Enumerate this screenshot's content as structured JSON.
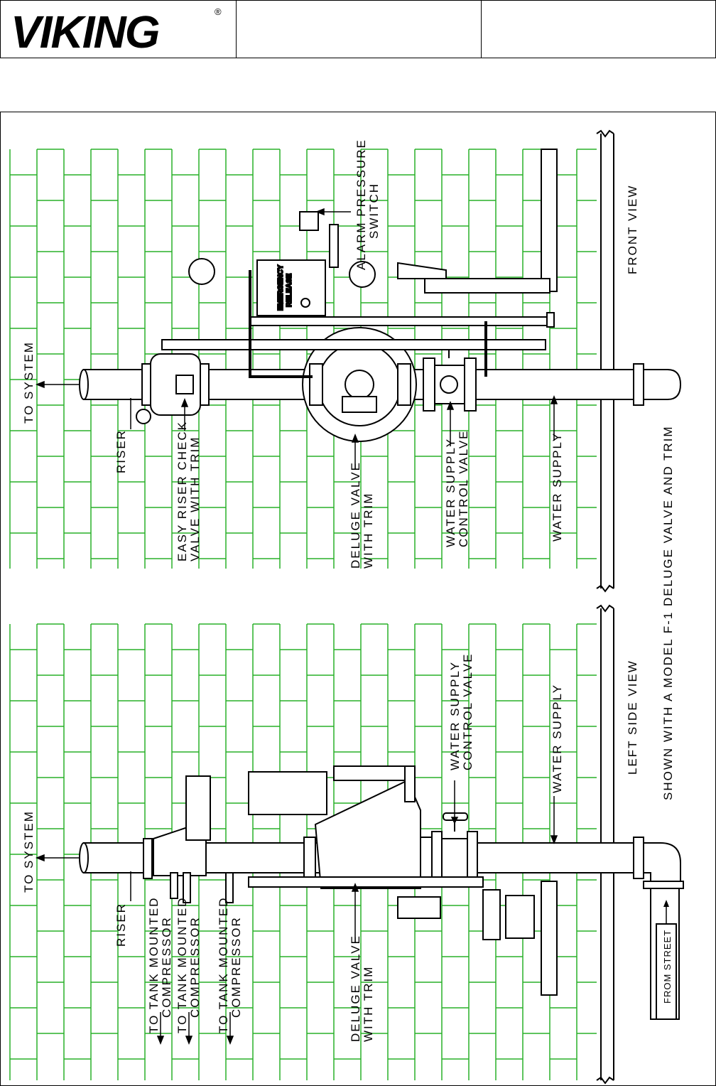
{
  "header": {
    "logo_text": "VIKING",
    "registered_mark": "®"
  },
  "colors": {
    "grid": "#28b028",
    "ink": "#000000",
    "background": "#ffffff"
  },
  "front_view": {
    "title": "FRONT VIEW",
    "labels": {
      "to_system": "TO SYSTEM",
      "riser": "RISER",
      "easy_riser_line1": "EASY RISER CHECK",
      "easy_riser_line2": "VALVE WITH TRIM",
      "deluge_line1": "DELUGE VALVE",
      "deluge_line2": "WITH TRIM",
      "wscv_line1": "WATER SUPPLY",
      "wscv_line2": "CONTROL VALVE",
      "water_supply": "WATER SUPPLY",
      "alarm_line1": "ALARM PRESSURE",
      "alarm_line2": "SWITCH",
      "emergency_line1": "EMERGENCY",
      "emergency_line2": "RELEASE"
    }
  },
  "left_side_view": {
    "title": "LEFT SIDE VIEW",
    "labels": {
      "to_system": "TO SYSTEM",
      "riser": "RISER",
      "compressor_a_line1": "TO TANK MOUNTED",
      "compressor_a_line2": "COMPRESSOR",
      "compressor_b_line1": "TO TANK MOUNTED",
      "compressor_b_line2": "COMPRESSOR",
      "compressor_c_line1": "TO TANK MOUNTED",
      "compressor_c_line2": "COMPRESSOR",
      "deluge_line1": "DELUGE VALVE",
      "deluge_line2": "WITH TRIM",
      "wscv_line1": "WATER SUPPLY",
      "wscv_line2": "CONTROL VALVE",
      "water_supply": "WATER SUPPLY",
      "from_street": "FROM STREET"
    }
  },
  "caption": "SHOWN WITH A MODEL F-1 DELUGE VALVE AND TRIM"
}
